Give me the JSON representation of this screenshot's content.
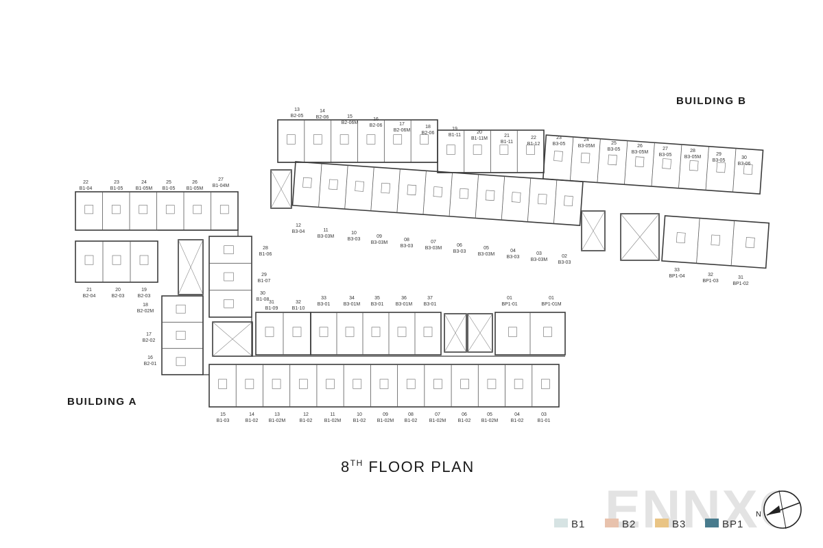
{
  "labels": {
    "building_a": "BUILDING A",
    "building_b": "BUILDING B",
    "title_main": "8",
    "title_sup": "TH",
    "title_rest": " FLOOR PLAN",
    "watermark": "ENNXO",
    "north": "N"
  },
  "colors": {
    "B1": "#d6e3e3",
    "B2": "#e8c2ad",
    "B3": "#e9c485",
    "BP1": "#487b8d"
  },
  "legend": [
    {
      "key": "B1",
      "label": "B1"
    },
    {
      "key": "B2",
      "label": "B2"
    },
    {
      "key": "B3",
      "label": "B3"
    },
    {
      "key": "BP1",
      "label": "BP1"
    }
  ],
  "units": [
    {
      "no": "22",
      "type": "B1-04"
    },
    {
      "no": "23",
      "type": "B1-05"
    },
    {
      "no": "24",
      "type": "B1-05M"
    },
    {
      "no": "25",
      "type": "B1-05"
    },
    {
      "no": "26",
      "type": "B1-05M"
    },
    {
      "no": "27",
      "type": "B1-04M"
    },
    {
      "no": "21",
      "type": "B2-04"
    },
    {
      "no": "20",
      "type": "B2-03"
    },
    {
      "no": "19",
      "type": "B2-03"
    },
    {
      "no": "18",
      "type": "B2-02M"
    },
    {
      "no": "17",
      "type": "B2-02"
    },
    {
      "no": "16",
      "type": "B2-01"
    },
    {
      "no": "28",
      "type": "B1-06"
    },
    {
      "no": "29",
      "type": "B1-07"
    },
    {
      "no": "30",
      "type": "B1-08"
    },
    {
      "no": "31",
      "type": "B1-09"
    },
    {
      "no": "32",
      "type": "B1-10"
    },
    {
      "no": "33",
      "type": "B3-01"
    },
    {
      "no": "34",
      "type": "B3-01M"
    },
    {
      "no": "35",
      "type": "B3-01"
    },
    {
      "no": "36",
      "type": "B3-01M"
    },
    {
      "no": "37",
      "type": "B3-01"
    },
    {
      "no": "01",
      "type": "BP1-01"
    },
    {
      "no": "01",
      "type": "BP1-01M"
    },
    {
      "no": "15",
      "type": "B1-03"
    },
    {
      "no": "14",
      "type": "B1-02"
    },
    {
      "no": "13",
      "type": "B1-02M"
    },
    {
      "no": "12",
      "type": "B1-02"
    },
    {
      "no": "11",
      "type": "B1-02M"
    },
    {
      "no": "10",
      "type": "B1-02"
    },
    {
      "no": "09",
      "type": "B1-02M"
    },
    {
      "no": "08",
      "type": "B1-02"
    },
    {
      "no": "07",
      "type": "B1-02M"
    },
    {
      "no": "06",
      "type": "B1-02"
    },
    {
      "no": "05",
      "type": "B1-02M"
    },
    {
      "no": "04",
      "type": "B1-02"
    },
    {
      "no": "03",
      "type": "B1-01"
    },
    {
      "no": "13",
      "type": "B2-05"
    },
    {
      "no": "14",
      "type": "B2-06"
    },
    {
      "no": "15",
      "type": "B2-06M"
    },
    {
      "no": "16",
      "type": "B2-06"
    },
    {
      "no": "17",
      "type": "B2-06M"
    },
    {
      "no": "18",
      "type": "B2-06"
    },
    {
      "no": "19",
      "type": "B1-11"
    },
    {
      "no": "20",
      "type": "B1-11M"
    },
    {
      "no": "21",
      "type": "B1-11"
    },
    {
      "no": "22",
      "type": "B1-12"
    },
    {
      "no": "23",
      "type": "B3-05"
    },
    {
      "no": "24",
      "type": "B3-05M"
    },
    {
      "no": "25",
      "type": "B3-05"
    },
    {
      "no": "26",
      "type": "B3-05M"
    },
    {
      "no": "27",
      "type": "B3-05"
    },
    {
      "no": "28",
      "type": "B3-05M"
    },
    {
      "no": "29",
      "type": "B3-05"
    },
    {
      "no": "30",
      "type": "B3-06"
    },
    {
      "no": "12",
      "type": "B3-04"
    },
    {
      "no": "11",
      "type": "B3-03M"
    },
    {
      "no": "10",
      "type": "B3-03"
    },
    {
      "no": "09",
      "type": "B3-03M"
    },
    {
      "no": "08",
      "type": "B3-03"
    },
    {
      "no": "07",
      "type": "B3-03M"
    },
    {
      "no": "06",
      "type": "B3-03"
    },
    {
      "no": "05",
      "type": "B3-03M"
    },
    {
      "no": "04",
      "type": "B3-03"
    },
    {
      "no": "03",
      "type": "B3-03M"
    },
    {
      "no": "02",
      "type": "B3-03"
    },
    {
      "no": "33",
      "type": "BP1-04"
    },
    {
      "no": "32",
      "type": "BP1-03"
    },
    {
      "no": "31",
      "type": "BP1-02"
    }
  ]
}
